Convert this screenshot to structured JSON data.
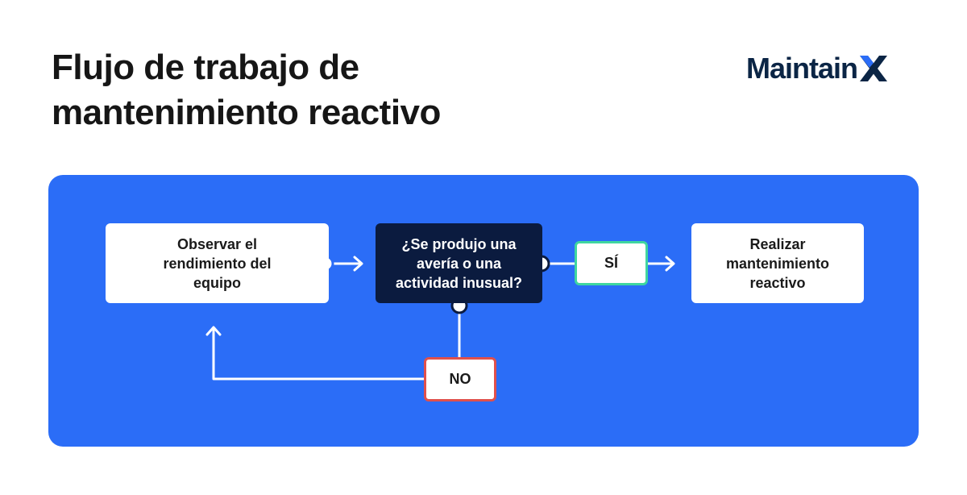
{
  "header": {
    "title_line1": "Flujo de trabajo de",
    "title_line2": "mantenimiento reactivo"
  },
  "brand": {
    "logo_text": "Maintain",
    "logo_mark": "X",
    "color": "#0b2545"
  },
  "flow": {
    "step_observe": "Observar el rendimiento del equipo",
    "decision": "¿Se produjo una avería o una actividad inusual?",
    "yes_label": "SÍ",
    "no_label": "NO",
    "step_action": "Realizar mantenimiento reactivo"
  },
  "colors": {
    "panel": "#2b6df7",
    "decision_box": "#0b1b3f",
    "yes_border": "#3fd6a0",
    "no_border": "#e0504c"
  }
}
